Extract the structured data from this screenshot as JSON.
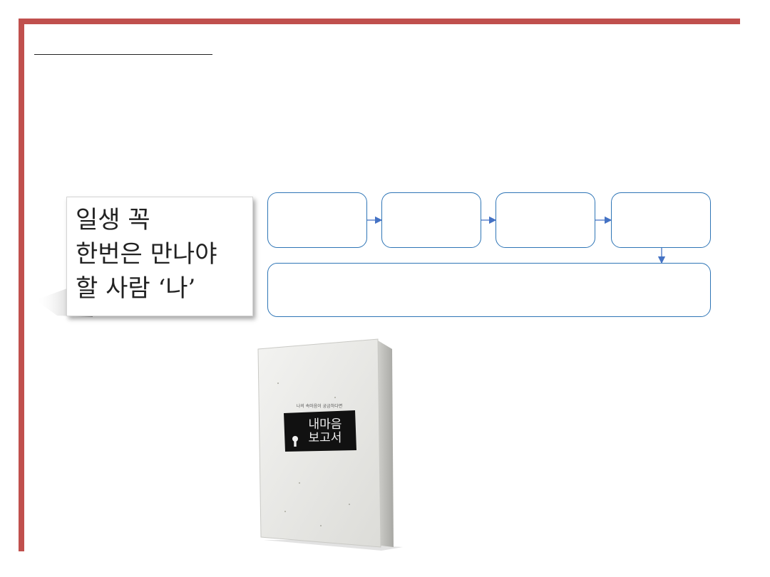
{
  "callout": {
    "line1": "일생 꼭",
    "line2": "한번은 만나야",
    "line3": "할 사람 ‘나’"
  },
  "book": {
    "cover_small_text": "나의 속마음이 궁금하다면",
    "cover_title_line1": "내마음",
    "cover_title_line2": "보고서"
  },
  "colors": {
    "frame": "#c0504d",
    "flow_border": "#2e75b6",
    "arrow": "#4472c4"
  }
}
